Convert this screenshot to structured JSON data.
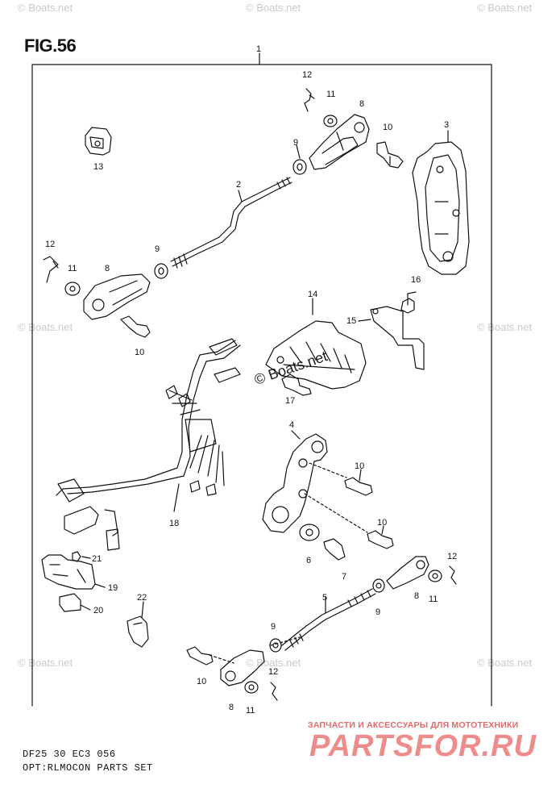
{
  "figure": {
    "title": "FIG.56",
    "caption_line1": "DF25 30 EC3  056",
    "caption_line2": "OPT:RLMOCON PARTS SET"
  },
  "watermarks": {
    "small": "© Boats.net",
    "center": "© Boats.net"
  },
  "shop": {
    "tagline": "ЗАПЧАСТИ И АКСЕССУАРЫ ДЛЯ МОТОТЕХНИКИ",
    "brand": "PARTSFOR.RU"
  },
  "callouts": {
    "c1": "1",
    "c2": "2",
    "c3": "3",
    "c4": "4",
    "c5": "5",
    "c6": "6",
    "c7": "7",
    "c8a": "8",
    "c8b": "8",
    "c8c": "8",
    "c8d": "8",
    "c9a": "9",
    "c9b": "9",
    "c9c": "9",
    "c9d": "9",
    "c10a": "10",
    "c10b": "10",
    "c10c": "10",
    "c10d": "10",
    "c10e": "10",
    "c11a": "11",
    "c11b": "11",
    "c11c": "11",
    "c11d": "11",
    "c12a": "12",
    "c12b": "12",
    "c12c": "12",
    "c12d": "12",
    "c13": "13",
    "c14": "14",
    "c15": "15",
    "c16": "16",
    "c17": "17",
    "c18": "18",
    "c19": "19",
    "c20": "20",
    "c21": "21",
    "c22": "22"
  }
}
